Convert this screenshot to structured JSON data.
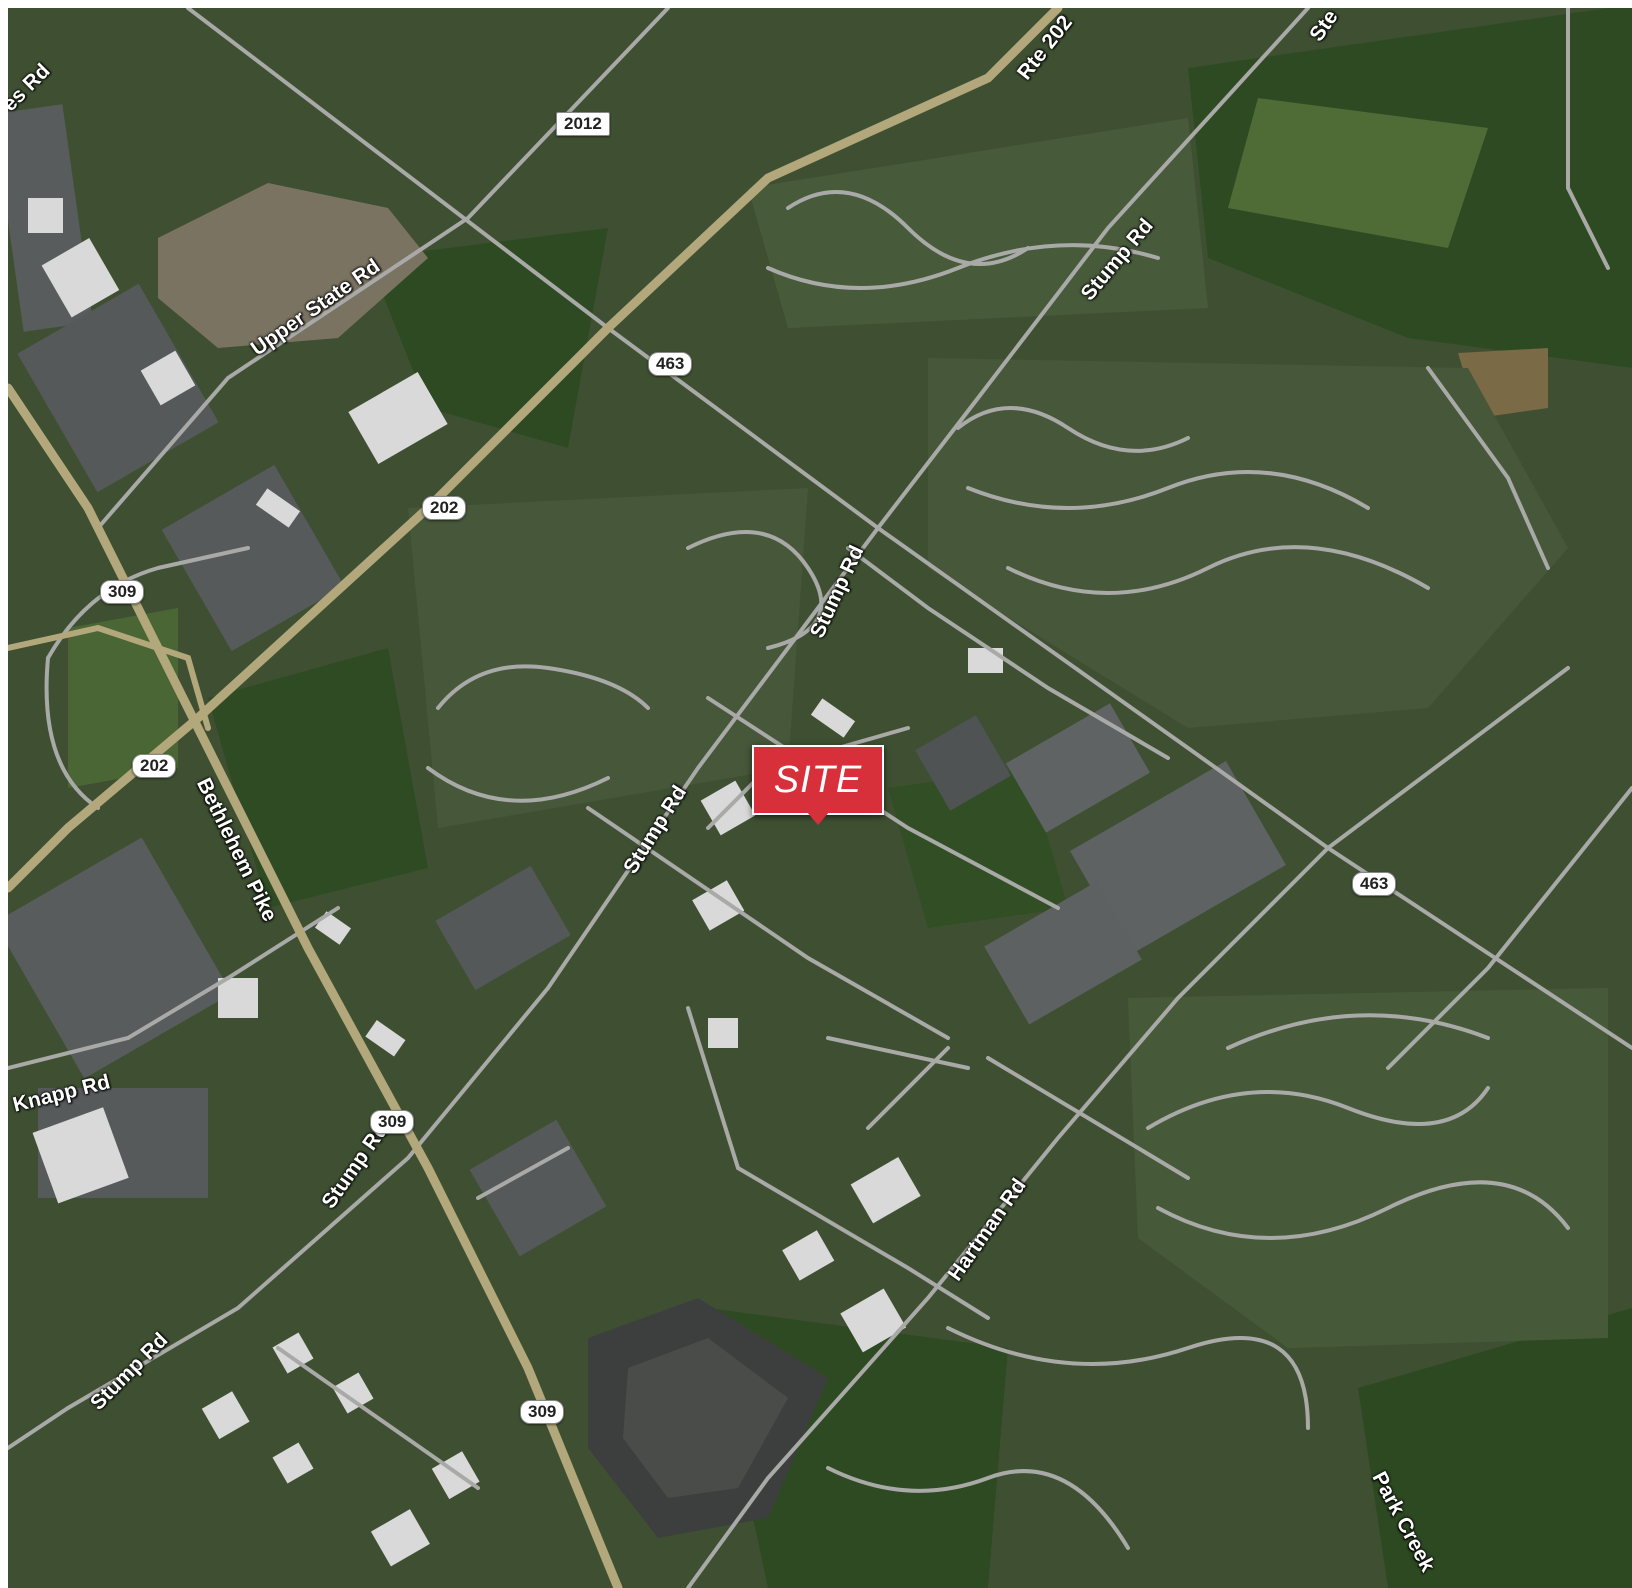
{
  "colors": {
    "terrain": "#3f5032",
    "forest": "#2e4a22",
    "field": "#4f6b36",
    "lot": "#585c5c",
    "roof": "#d9d9d9",
    "local_road": "#a9aaa7",
    "highway": "#b3a77c",
    "site": "#d7303b"
  },
  "marker": {
    "label": "SITE"
  },
  "road_labels": {
    "es_rd": "es Rd",
    "rte_202": "Rte 202",
    "ste": "Ste",
    "stump_rd_ne": "Stump Rd",
    "upper_state_rd": "Upper State Rd",
    "stump_rd_center": "Stump Rd",
    "stump_rd_mid": "Stump Rd",
    "bethlehem_pike": "Bethlehem Pike",
    "knapp_rd": "Knapp Rd",
    "stump_rd_sw1": "Stump Rd",
    "stump_rd_sw2": "Stump Rd",
    "hartman_rd": "Hartman Rd",
    "park_creek": "Park Creek"
  },
  "shields": {
    "r2012": "2012",
    "r463a": "463",
    "r202a": "202",
    "r309a": "309",
    "r202b": "202",
    "r463b": "463",
    "r309b": "309",
    "r309c": "309"
  }
}
